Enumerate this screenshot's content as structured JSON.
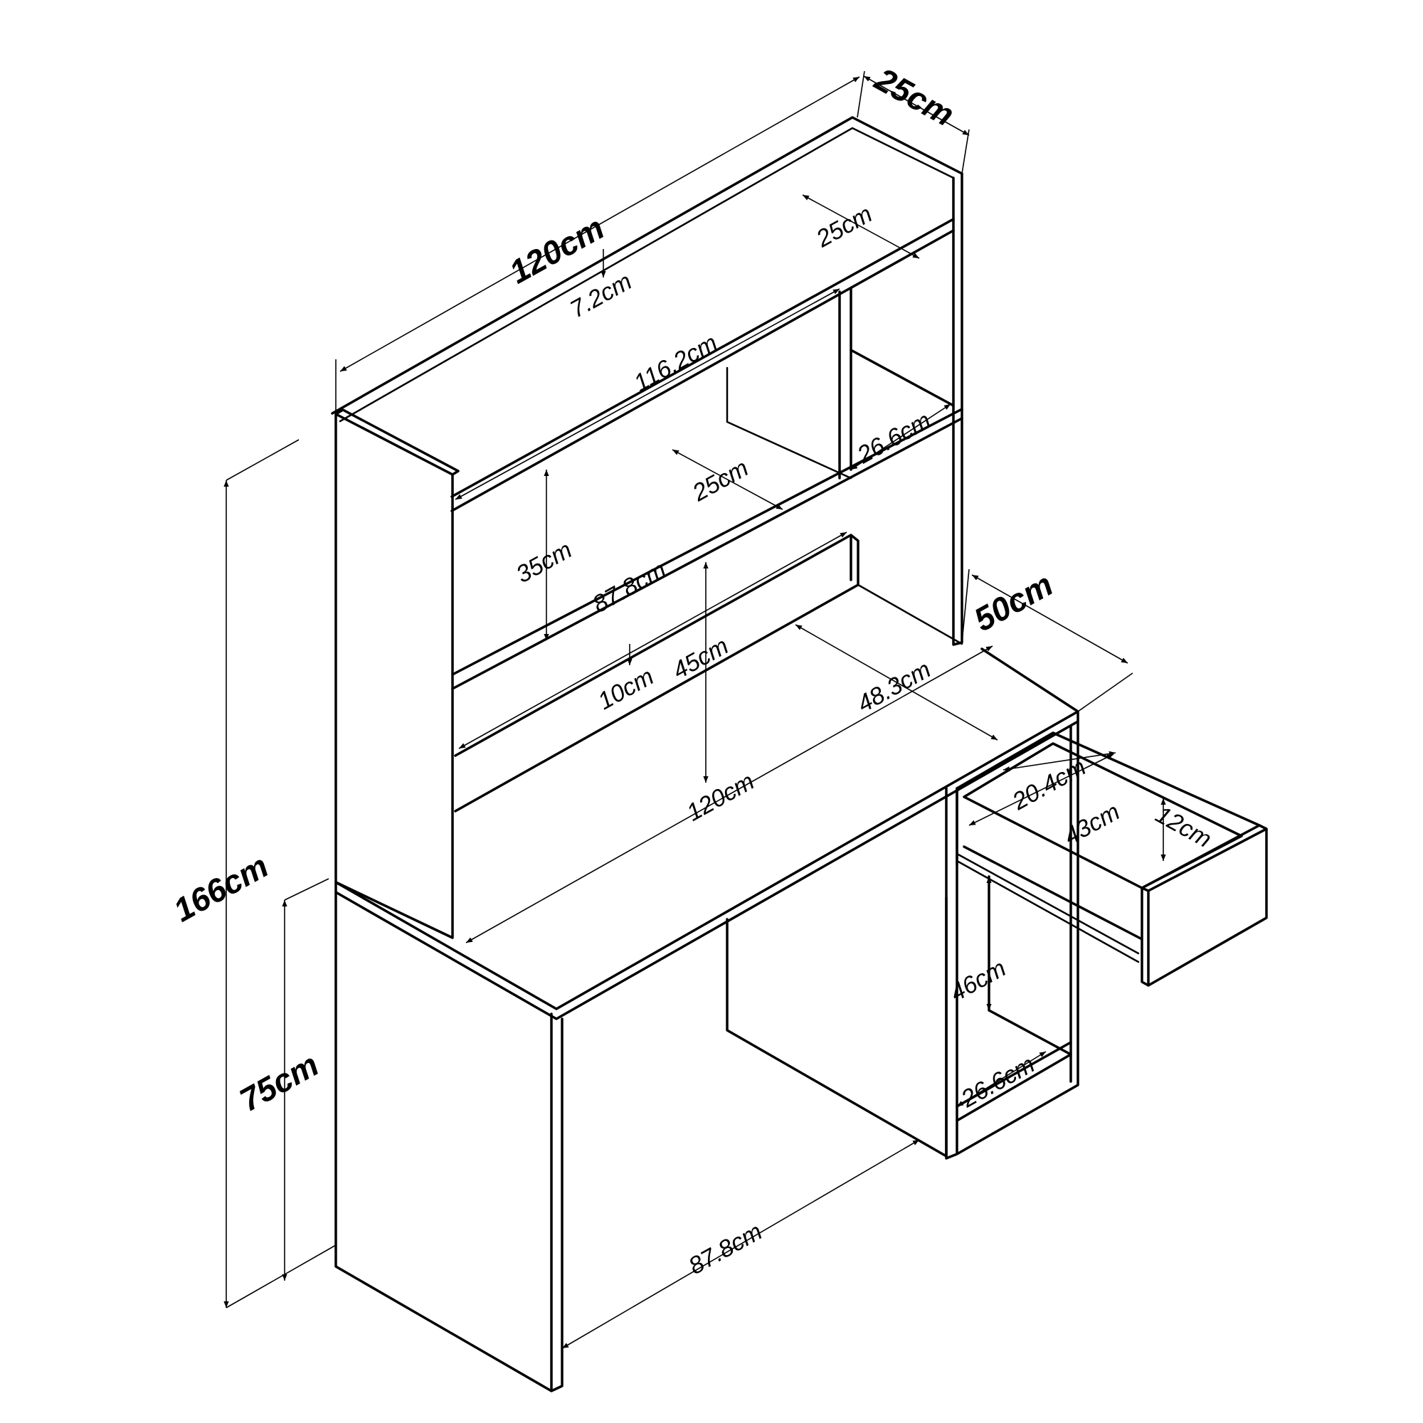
{
  "labels": {
    "total_width": "120cm",
    "top_depth": "25cm",
    "total_height": "166cm",
    "desk_height": "75cm",
    "desk_depth": "50cm",
    "top_gap": "7.2cm",
    "top_inner_depth": "25cm",
    "shelf_width": "116.2cm",
    "side_shelf_width": "26.6cm",
    "shelf_depth": "25cm",
    "shelf_height": "35cm",
    "lower_shelf_width": "87.8cm",
    "lower_gap": "10cm",
    "desk_clearance": "45cm",
    "desk_inner_depth": "48.3cm",
    "desk_width": "120cm",
    "drawer_width": "20.4cm",
    "drawer_depth": "43cm",
    "drawer_height": "12cm",
    "cabinet_height": "46cm",
    "cabinet_width": "26.6cm",
    "legroom_width": "87.8cm"
  }
}
